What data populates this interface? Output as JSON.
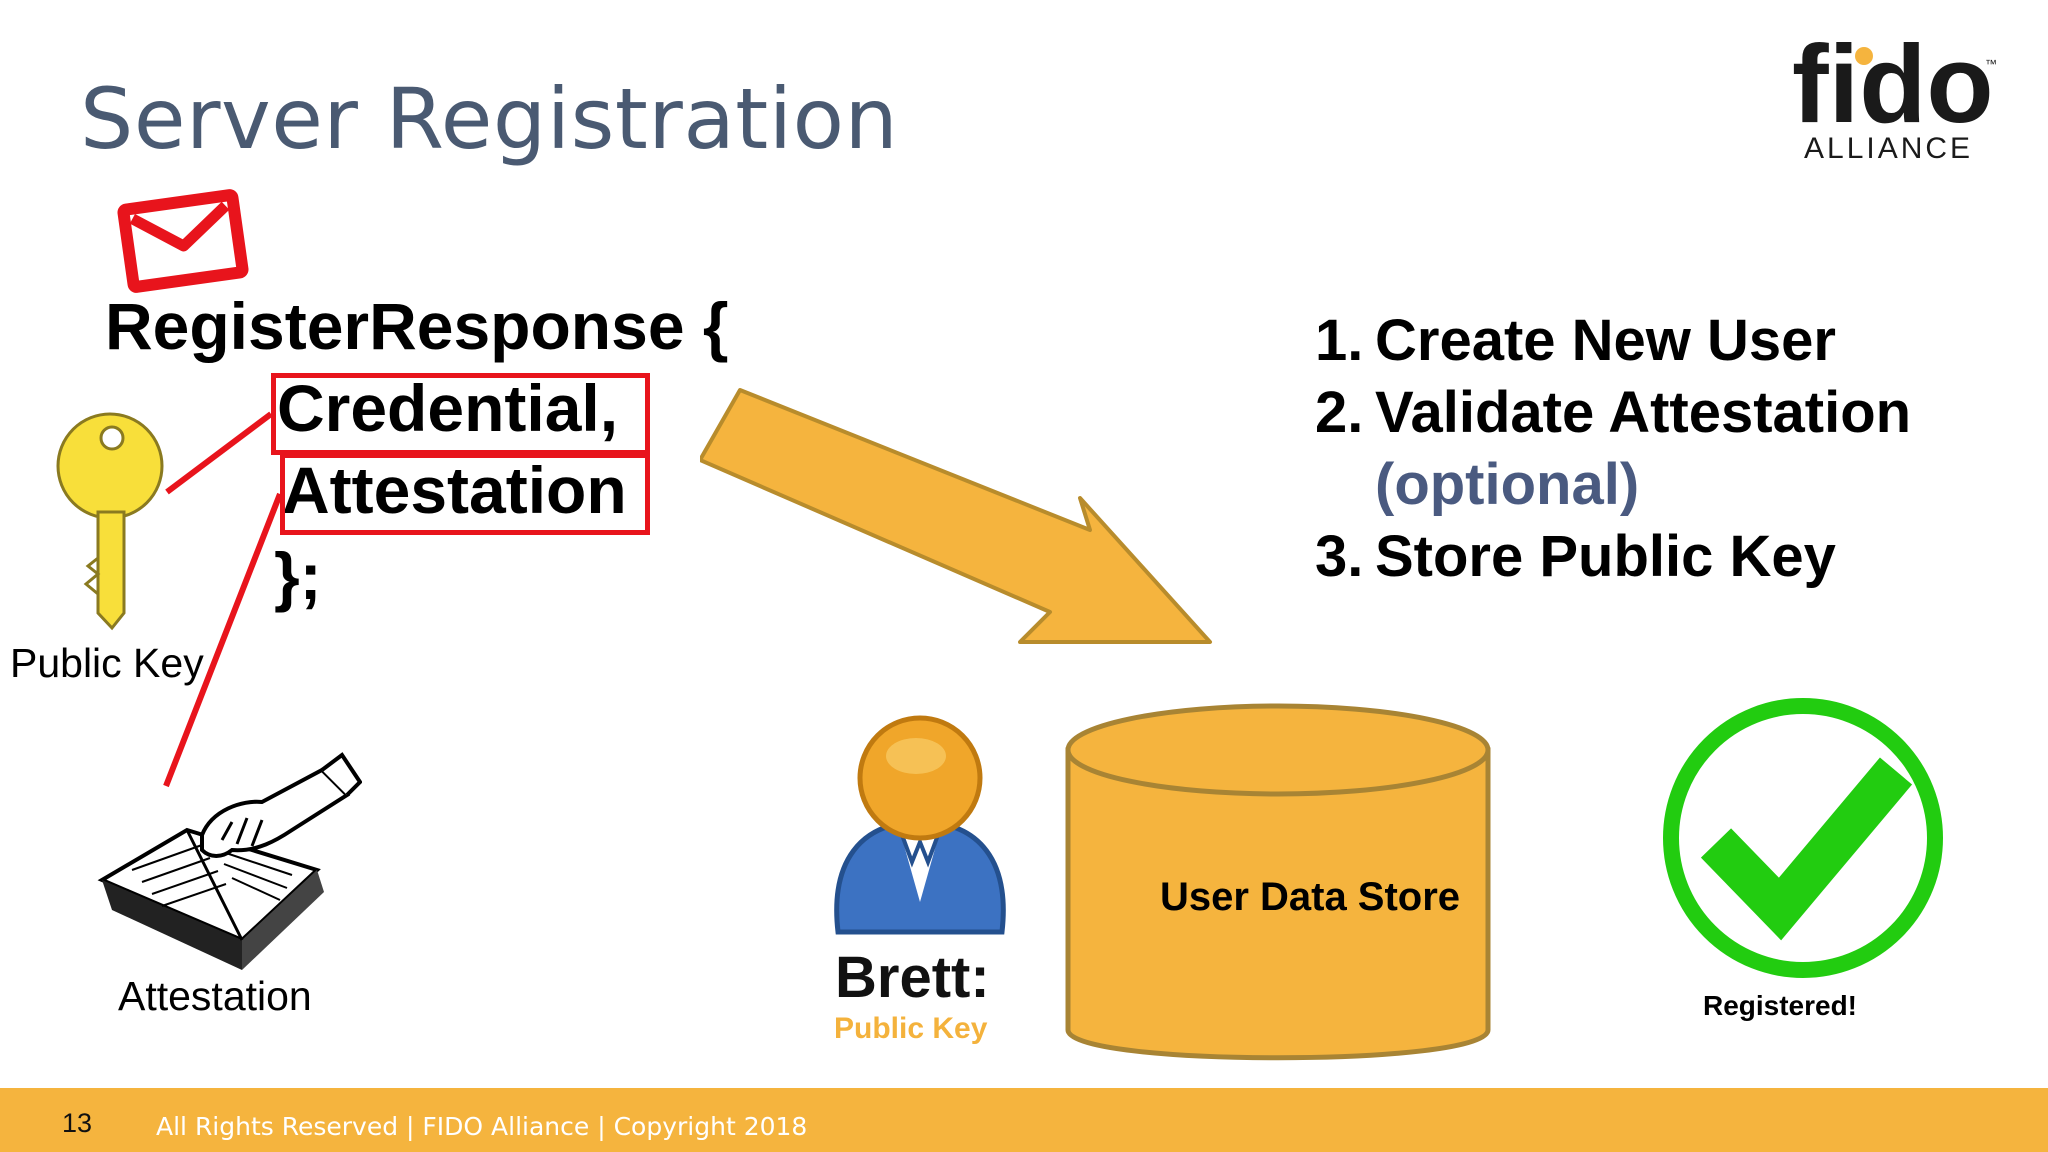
{
  "slide": {
    "title": "Server Registration",
    "page_number": "13",
    "footer": "All Rights Reserved | FIDO Alliance | Copyright 2018"
  },
  "logo": {
    "wordmark": "fido",
    "subtext": "ALLIANCE",
    "trademark": "™"
  },
  "code": {
    "line1": "RegisterResponse {",
    "line2": "Credential,",
    "line3": "Attestation",
    "line4": "};"
  },
  "steps": [
    {
      "num": "1.",
      "text": "Create New User"
    },
    {
      "num": "2.",
      "text": "Validate Attestation",
      "sub": "(optional)"
    },
    {
      "num": "3.",
      "text": "Store Public Key"
    }
  ],
  "labels": {
    "public_key": "Public Key",
    "attestation": "Attestation",
    "user_name": "Brett:",
    "user_key": "Public Key",
    "data_store": "User Data Store",
    "registered": "Registered!"
  },
  "icons": {
    "envelope": "envelope-icon",
    "key": "key-icon",
    "attestation": "hand-on-book-icon",
    "user": "user-avatar-icon",
    "database": "database-cylinder-icon",
    "check": "green-checkmark-icon"
  },
  "colors": {
    "title": "#4a5a72",
    "highlight_red": "#e8141c",
    "accent_orange": "#f5b43e",
    "arrow_orange": "#f5b43e",
    "footer_bar": "#f5b43e",
    "check_green": "#22cc10",
    "user_blue": "#3c72c2",
    "logo_yellow": "#f5b43e",
    "logo_dark": "#1a1a1a"
  }
}
